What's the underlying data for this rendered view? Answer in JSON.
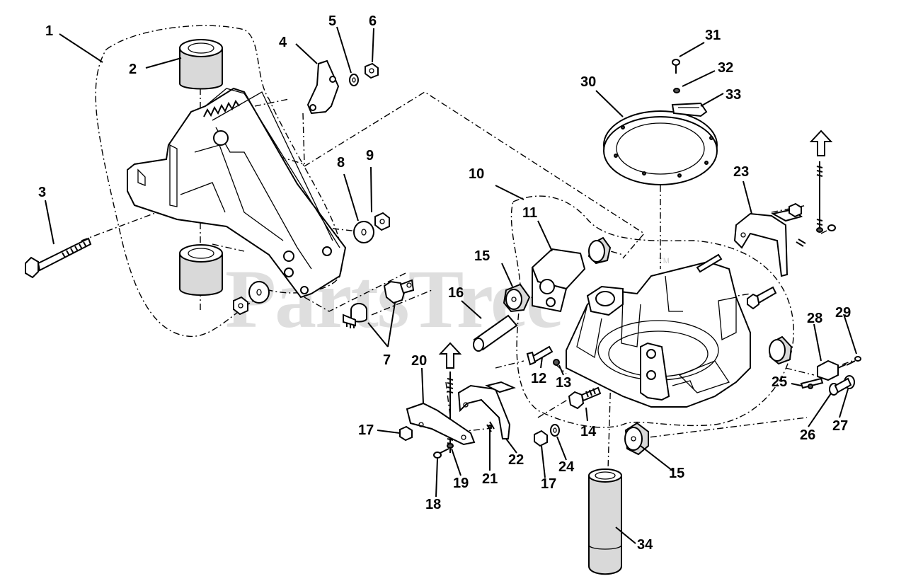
{
  "watermark": {
    "text": "PartsTree",
    "trademark": "TM"
  },
  "callouts": [
    {
      "id": "c1",
      "label": "1"
    },
    {
      "id": "c2",
      "label": "2"
    },
    {
      "id": "c3",
      "label": "3"
    },
    {
      "id": "c4",
      "label": "4"
    },
    {
      "id": "c5",
      "label": "5"
    },
    {
      "id": "c6",
      "label": "6"
    },
    {
      "id": "c7",
      "label": "7"
    },
    {
      "id": "c8",
      "label": "8"
    },
    {
      "id": "c9",
      "label": "9"
    },
    {
      "id": "c10",
      "label": "10"
    },
    {
      "id": "c11",
      "label": "11"
    },
    {
      "id": "c12",
      "label": "12"
    },
    {
      "id": "c13",
      "label": "13"
    },
    {
      "id": "c14",
      "label": "14"
    },
    {
      "id": "c15a",
      "label": "15"
    },
    {
      "id": "c15b",
      "label": "15"
    },
    {
      "id": "c16",
      "label": "16"
    },
    {
      "id": "c17a",
      "label": "17"
    },
    {
      "id": "c17b",
      "label": "17"
    },
    {
      "id": "c18",
      "label": "18"
    },
    {
      "id": "c19",
      "label": "19"
    },
    {
      "id": "c20",
      "label": "20"
    },
    {
      "id": "c21",
      "label": "21"
    },
    {
      "id": "c22",
      "label": "22"
    },
    {
      "id": "c23",
      "label": "23"
    },
    {
      "id": "c24",
      "label": "24"
    },
    {
      "id": "c25",
      "label": "25"
    },
    {
      "id": "c26",
      "label": "26"
    },
    {
      "id": "c27",
      "label": "27"
    },
    {
      "id": "c28",
      "label": "28"
    },
    {
      "id": "c29",
      "label": "29"
    },
    {
      "id": "c30",
      "label": "30"
    },
    {
      "id": "c31",
      "label": "31"
    },
    {
      "id": "c32",
      "label": "32"
    },
    {
      "id": "c33",
      "label": "33"
    },
    {
      "id": "c34",
      "label": "34"
    }
  ]
}
